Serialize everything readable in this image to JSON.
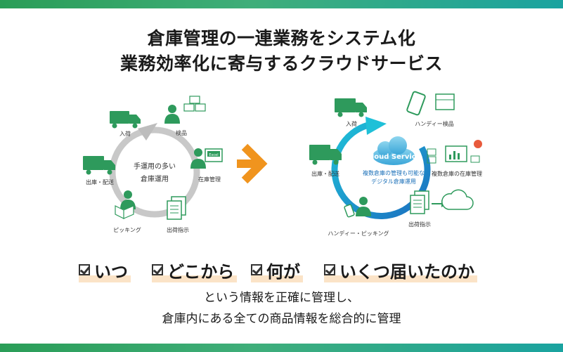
{
  "header": {
    "title_line1": "倉庫管理の一連業務をシステム化",
    "title_line2": "業務効率化に寄与するクラウドサービス"
  },
  "left_cycle": {
    "center_line1": "手運用の多い",
    "center_line2": "倉庫運用",
    "nodes": {
      "receiving": "入荷",
      "inspection": "検品",
      "inventory": "在庫管理",
      "shipping_instruction": "出荷指示",
      "picking": "ピッキング",
      "shipping_delivery": "出庫・配送"
    },
    "excel_label": "Excel"
  },
  "right_cycle": {
    "cloud_label": "Cloud Service",
    "center_line1": "複数倉庫の管理も可能な",
    "center_line2": "デジタル倉庫運用",
    "nodes": {
      "receiving": "入荷",
      "handy_inspection": "ハンディー検品",
      "multi_inventory": "複数倉庫の在庫管理",
      "shipping_instruction": "出荷指示",
      "handy_picking": "ハンディー・ピッキング",
      "shipping_delivery": "出庫・配送"
    }
  },
  "checks": [
    "いつ",
    "どこから",
    "何が",
    "いくつ届いたのか"
  ],
  "caption": {
    "line1": "という情報を正確に管理し、",
    "line2": "倉庫内にある全ての商品情報を総合的に管理"
  },
  "colors": {
    "green": "#2e9a5c",
    "teal": "#1aa3c8",
    "orange": "#f0941e",
    "highlight": "#fbe3c7",
    "gray_ring": "#c8c8c8"
  }
}
